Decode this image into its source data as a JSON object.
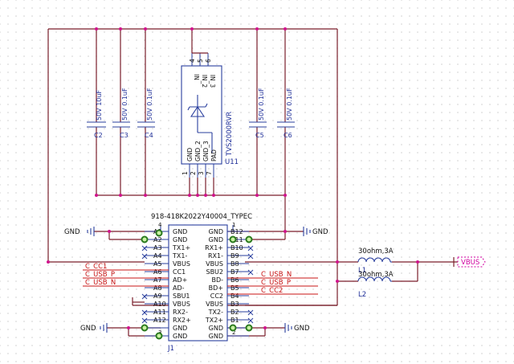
{
  "connector": {
    "part_number": "918-418K2022Y40004_TYPEC",
    "designator": "J1",
    "left_pins": [
      {
        "num": "A1",
        "name": "GND"
      },
      {
        "num": "A2",
        "name": "GND"
      },
      {
        "num": "A3",
        "name": "TX1+"
      },
      {
        "num": "A4",
        "name": "TX1-"
      },
      {
        "num": "A5",
        "name": "VBUS"
      },
      {
        "num": "A6",
        "name": "CC1"
      },
      {
        "num": "A7",
        "name": "AD+"
      },
      {
        "num": "A8",
        "name": "AD-"
      },
      {
        "num": "A9",
        "name": "SBU1"
      },
      {
        "num": "A10",
        "name": "VBUS"
      },
      {
        "num": "A11",
        "name": "RX2-"
      },
      {
        "num": "A12",
        "name": "RX2+"
      },
      {
        "num": "",
        "name": "GND"
      },
      {
        "num": "",
        "name": "GND"
      }
    ],
    "right_pins": [
      {
        "num": "B12",
        "name": "GND"
      },
      {
        "num": "B11",
        "name": "GND"
      },
      {
        "num": "B10",
        "name": "RX1+"
      },
      {
        "num": "B9",
        "name": "RX1-"
      },
      {
        "num": "B8",
        "name": "VBUS"
      },
      {
        "num": "B7",
        "name": "SBU2"
      },
      {
        "num": "B6",
        "name": "BD-"
      },
      {
        "num": "B5",
        "name": "BD+"
      },
      {
        "num": "B4",
        "name": "CC2"
      },
      {
        "num": "B3",
        "name": "VBUS"
      },
      {
        "num": "B2",
        "name": "TX2-"
      },
      {
        "num": "B1",
        "name": "TX2+"
      },
      {
        "num": "",
        "name": "GND"
      },
      {
        "num": "",
        "name": "GND"
      }
    ],
    "top_pin_numbers": [
      "4",
      "1"
    ],
    "bottom_pin_numbers": [
      "3",
      "2"
    ]
  },
  "tvs": {
    "part_number": "TVS2000RVR",
    "designator": "U11",
    "top_pins": [
      {
        "num": "4",
        "name": "IN"
      },
      {
        "num": "5",
        "name": "IN_2"
      },
      {
        "num": "6",
        "name": "IN_3"
      }
    ],
    "bottom_pins": [
      {
        "num": "1",
        "name": "GND"
      },
      {
        "num": "2",
        "name": "GND_2"
      },
      {
        "num": "3",
        "name": "GND_3"
      },
      {
        "num": "7",
        "name": "PAD"
      }
    ]
  },
  "capacitors": [
    {
      "ref": "C2",
      "value": "50V 10uF"
    },
    {
      "ref": "C3",
      "value": "50V 0.1uF"
    },
    {
      "ref": "C4",
      "value": "50V 0.1uF"
    },
    {
      "ref": "C5",
      "value": "50V 0.1uF"
    },
    {
      "ref": "C6",
      "value": "50V 0.1uF"
    }
  ],
  "inductors": [
    {
      "ref": "L1",
      "value": "30ohm,3A"
    },
    {
      "ref": "L2",
      "value": "30ohm,3A"
    }
  ],
  "net_labels": {
    "left": [
      "C_CC1",
      "C_USB_P",
      "C_USB_N"
    ],
    "right": [
      "C_USB_N",
      "C_USB_P",
      "C_CC2"
    ]
  },
  "ground_labels": [
    "GND",
    "GND",
    "GND",
    "GND"
  ],
  "port": {
    "label": "VBUS"
  },
  "colors": {
    "wire": "#7a1f2b",
    "component": "#2a3f9e",
    "junction": "#d0148c",
    "net_label": "#c81414",
    "port": "#d000a0"
  }
}
